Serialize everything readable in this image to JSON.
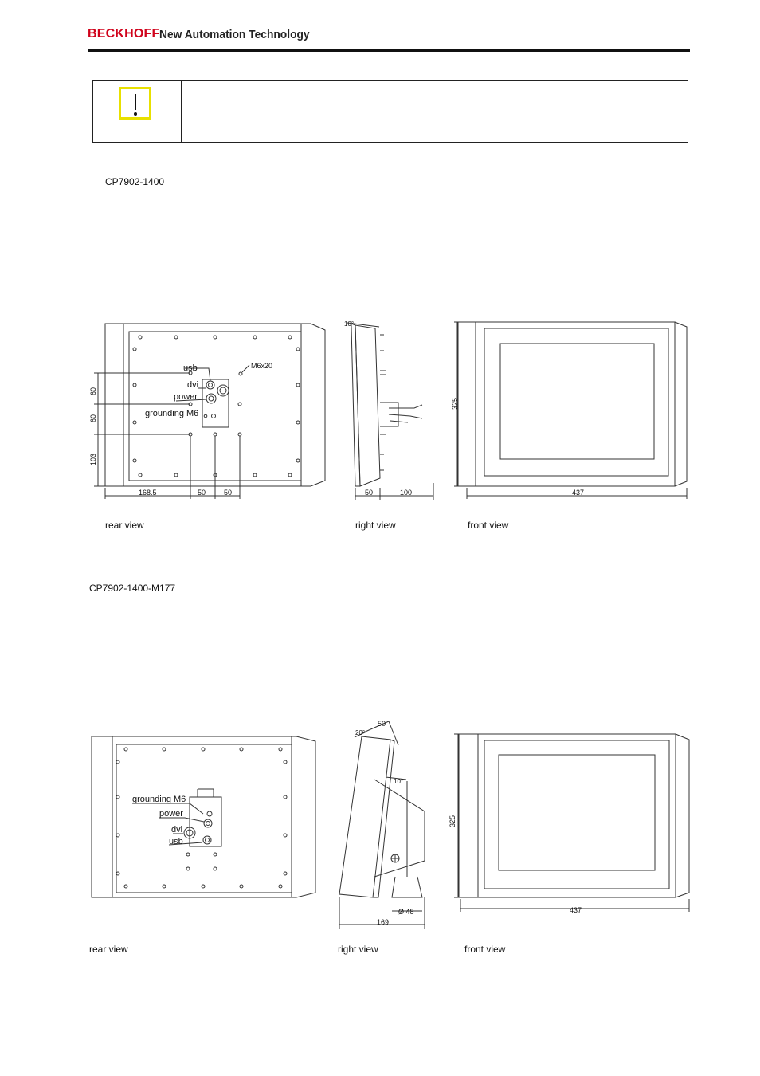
{
  "header": {
    "brand": "BECKHOFF",
    "tagline": "New Automation Technology"
  },
  "note": {
    "icon": "caution-exclamation-icon",
    "icon_color": "#e8e000"
  },
  "brand_color": "#d0021b",
  "sections": [
    {
      "model": "CP7902-1400",
      "views": {
        "rear": "rear view",
        "right": "right view",
        "front": "front view"
      },
      "labels": {
        "usb": "usb",
        "dvi": "dvi",
        "power": "power",
        "grounding": "grounding M6",
        "mount": "M6x20"
      },
      "dims": {
        "v60a": "60",
        "v60b": "60",
        "v103": "103",
        "h168": "168.5",
        "h50a": "50",
        "h50b": "50",
        "angle": "10°",
        "r50": "50",
        "r100": "100",
        "height": "325",
        "width": "437"
      }
    },
    {
      "model": "CP7902-1400-M177",
      "views": {
        "rear": "rear view",
        "right": "right view",
        "front": "front view"
      },
      "labels": {
        "grounding": "grounding M6",
        "power": "power",
        "dvi": "dvi",
        "usb": "usb"
      },
      "dims": {
        "top50": "50",
        "angle20": "20°",
        "angle10": "10°",
        "dia": "Ø 48",
        "depth": "169",
        "height": "325",
        "width": "437"
      }
    }
  ]
}
